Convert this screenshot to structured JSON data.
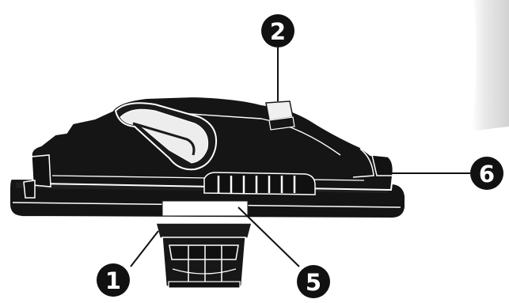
{
  "diagram": {
    "callouts": [
      {
        "id": "c1",
        "number": "1"
      },
      {
        "id": "c2",
        "number": "2"
      },
      {
        "id": "c5",
        "number": "5"
      },
      {
        "id": "c6",
        "number": "6"
      }
    ]
  },
  "colors": {
    "body": "#151515",
    "outline": "#ffffff",
    "badge": "#111111",
    "backdrop": "#e4e4e4"
  }
}
